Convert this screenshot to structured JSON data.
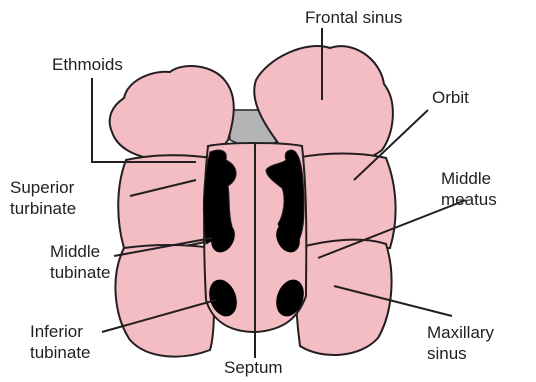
{
  "labels": {
    "frontal_sinus": "Frontal sinus",
    "ethmoids": "Ethmoids",
    "orbit": "Orbit",
    "superior_turbinate": [
      "Superior",
      "turbinate"
    ],
    "middle_meatus": [
      "Middle",
      "meatus"
    ],
    "middle_turbinate": [
      "Middle",
      "tubinate"
    ],
    "inferior_turbinate": [
      "Inferior",
      "tubinate"
    ],
    "maxillary_sinus": [
      "Maxillary",
      "sinus"
    ],
    "septum": "Septum"
  },
  "colors": {
    "tissue": "#f4bcc3",
    "outline": "#231f20",
    "ethmoid_gray": "#b4b4b6",
    "turbinate": "#000000",
    "background": "#ffffff"
  }
}
